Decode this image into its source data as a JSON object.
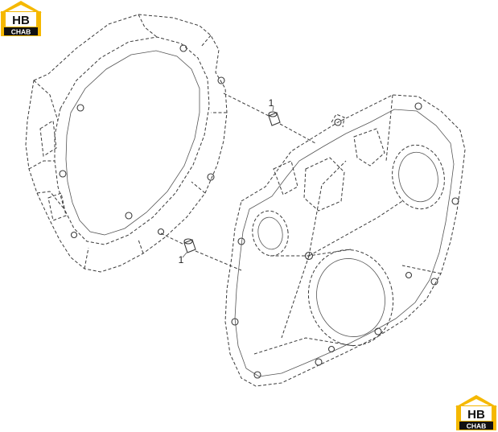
{
  "logo": {
    "main_text": "HB",
    "sub_text": "CHAB",
    "color_primary": "#F5B800",
    "color_dark": "#111111"
  },
  "callouts": [
    {
      "label": "1"
    },
    {
      "label": "1"
    }
  ]
}
